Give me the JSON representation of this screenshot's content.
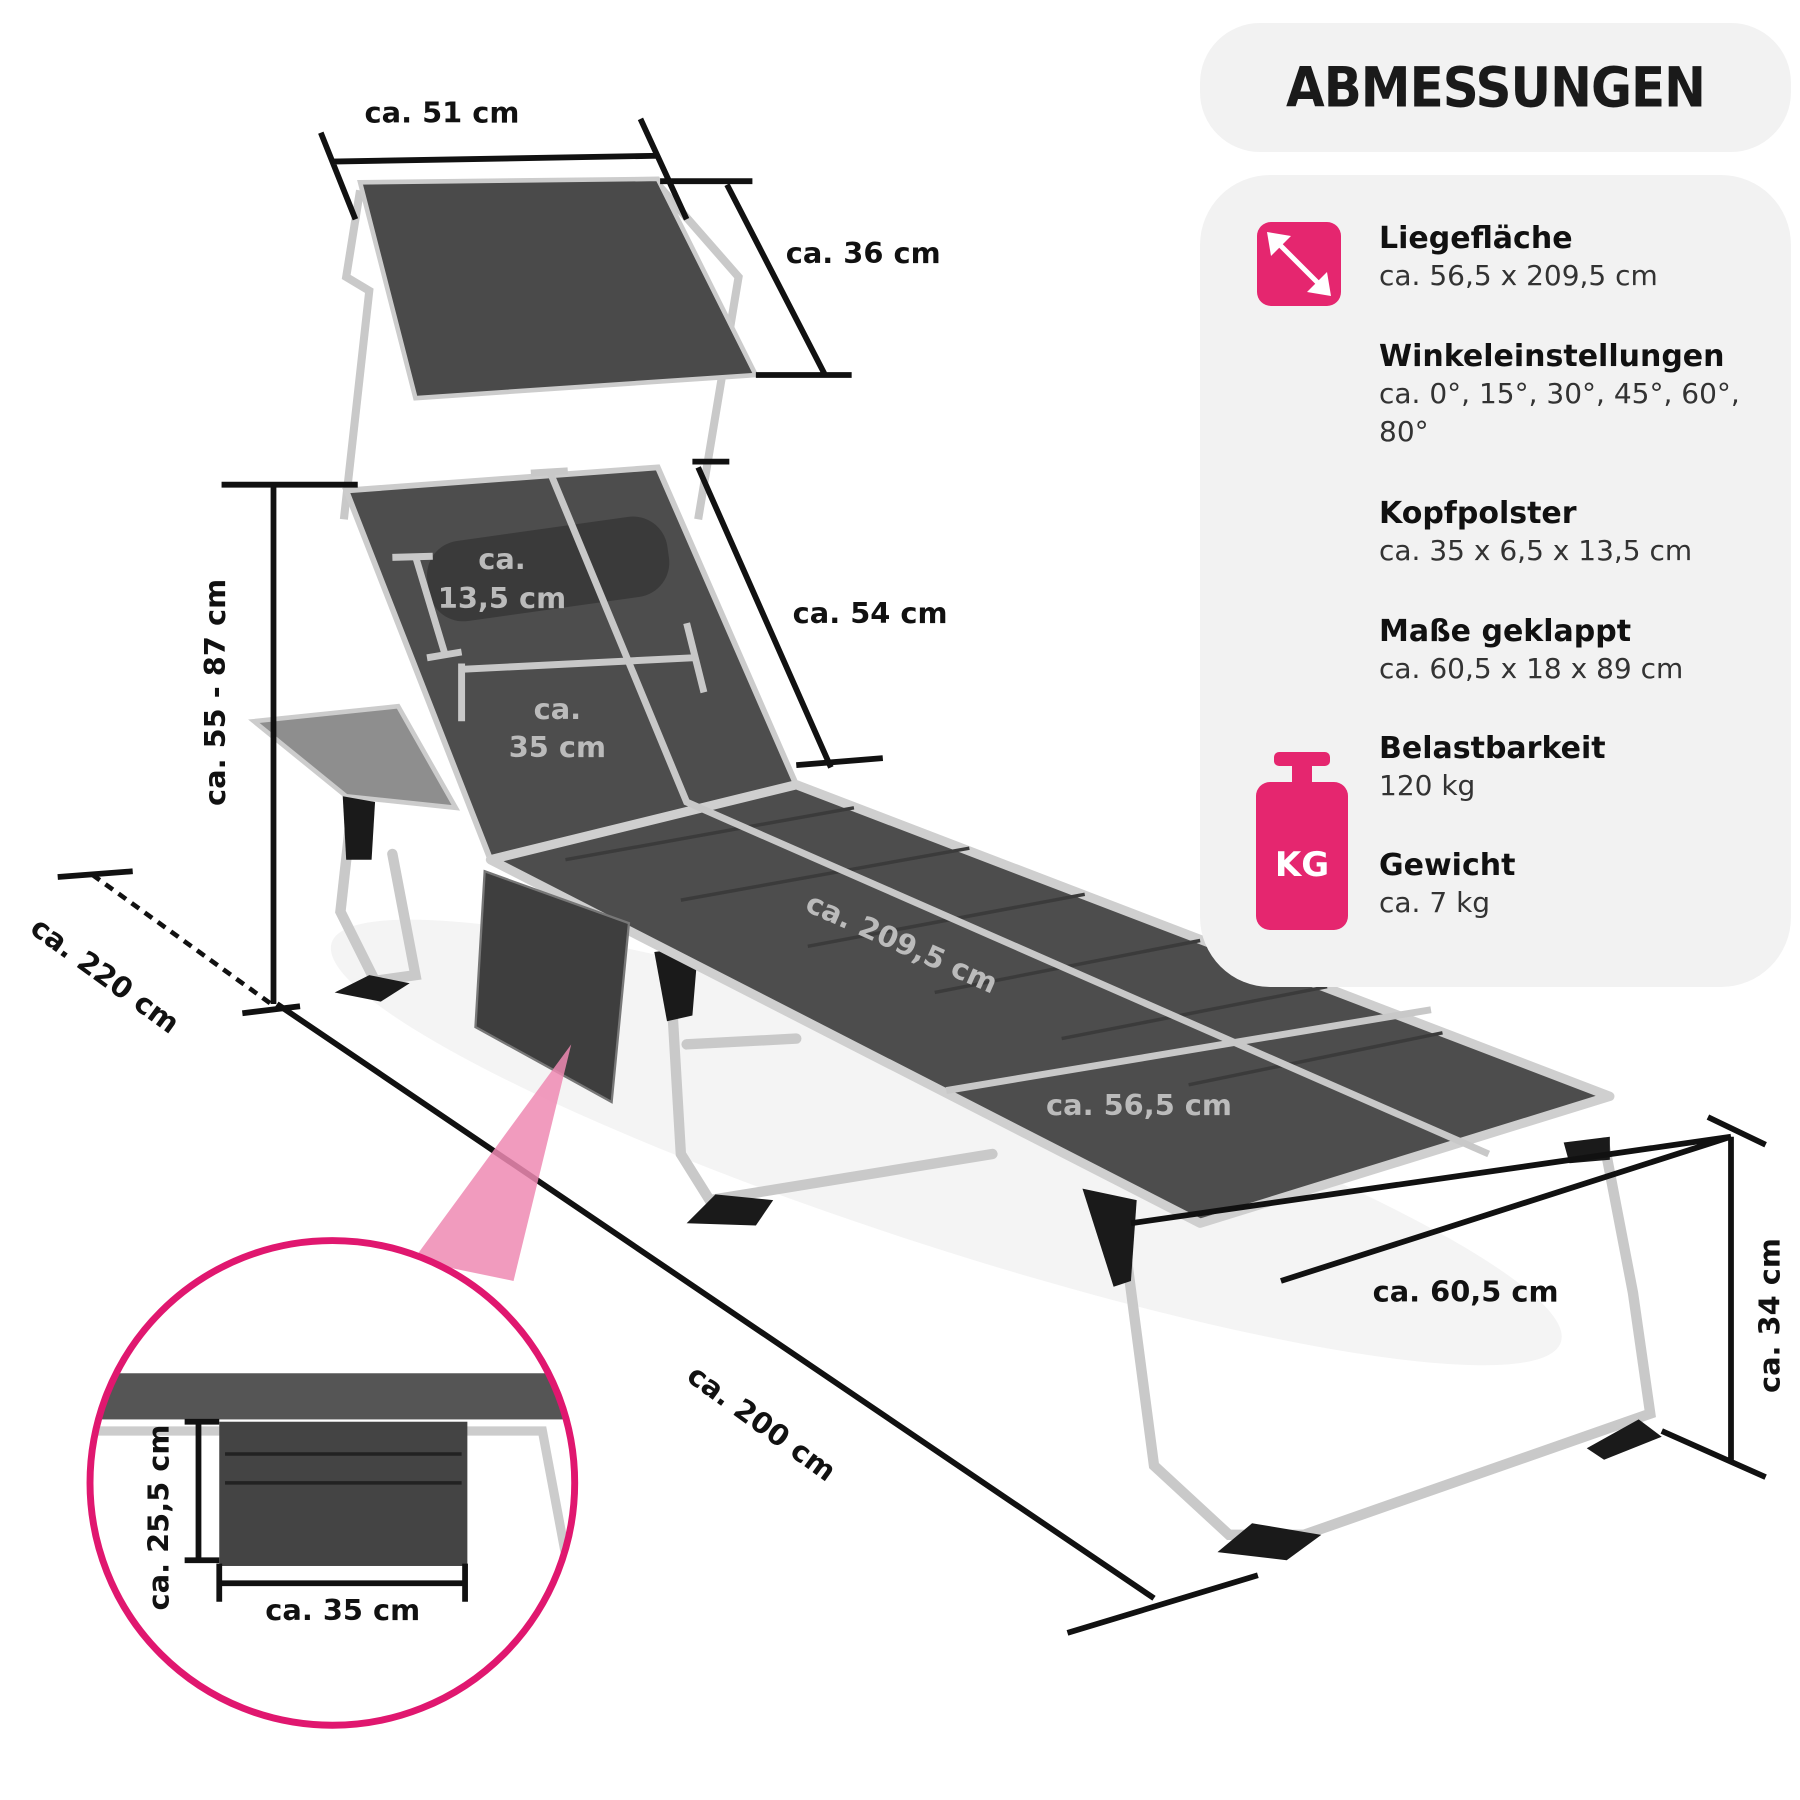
{
  "header": {
    "title": "ABMESSUNGEN"
  },
  "specs": [
    {
      "label": "Liegefläche",
      "value": "ca. 56,5 x 209,5 cm"
    },
    {
      "label": "Winkeleinstellungen",
      "value": "ca. 0°, 15°, 30°, 45°, 60°, 80°"
    },
    {
      "label": "Kopfpolster",
      "value": "ca. 35 x 6,5 x 13,5 cm"
    },
    {
      "label": "Maße geklappt",
      "value": "ca. 60,5 x 18 x 89 cm"
    },
    {
      "label": "Belastbarkeit",
      "value": "120 kg"
    },
    {
      "label": "Gewicht",
      "value": "ca. 7 kg"
    }
  ],
  "icons": {
    "area": "diagonal-arrows-icon",
    "weight": "weight-kg-icon",
    "weight_text": "KG"
  },
  "colors": {
    "accent": "#e5266f",
    "panel": "#f2f2f2",
    "frame": "#c8c8c8",
    "fabric": "#4a4a4a"
  },
  "dimensions": {
    "shade_width": "ca. 51 cm",
    "shade_depth": "ca. 36 cm",
    "backrest_length": "ca. 54 cm",
    "backrest_height": "ca. 55 - 87 cm",
    "pillow_height_1": "ca.",
    "pillow_height_2": "13,5 cm",
    "pillow_width_1": "ca.",
    "pillow_width_2": "35 cm",
    "surface_length": "ca. 209,5 cm",
    "surface_width": "ca. 56,5 cm",
    "total_length": "ca. 220 cm",
    "frame_length": "ca. 200 cm",
    "total_width": "ca. 60,5 cm",
    "seat_height": "ca. 34 cm",
    "pocket_height": "ca. 25,5 cm",
    "pocket_width": "ca. 35 cm"
  }
}
